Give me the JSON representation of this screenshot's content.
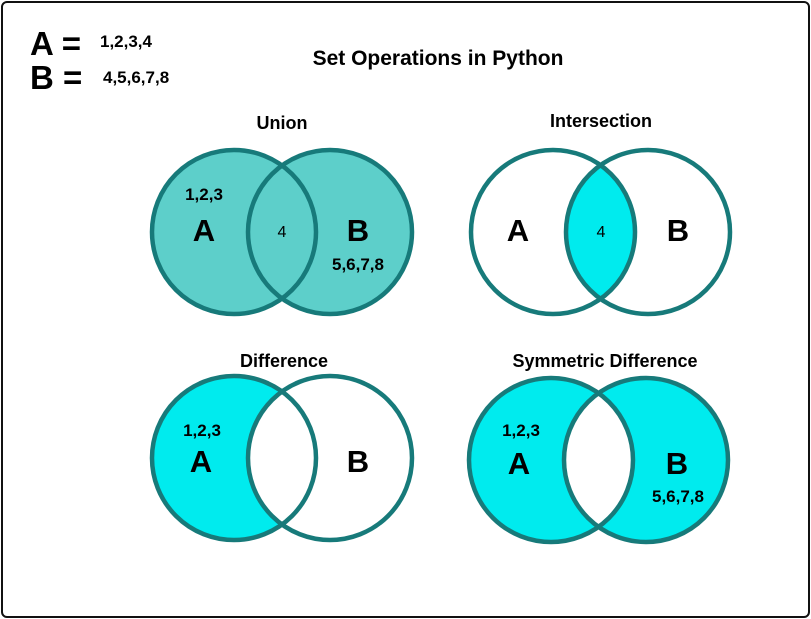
{
  "defs": {
    "a_letter": "A =",
    "a_values": "1,2,3,4",
    "b_letter": "B =",
    "b_values": "4,5,6,7,8"
  },
  "title": "Set Operations in Python",
  "colors": {
    "outline": "#177a7a",
    "union_fill": "#5dcfca",
    "highlight_fill": "#00ebee",
    "empty_fill": "#ffffff",
    "frame": "#111111"
  },
  "diagrams": {
    "union": {
      "title": "Union",
      "a_label": "A",
      "b_label": "B",
      "a_only": "1,2,3",
      "both": "4",
      "b_only": "5,6,7,8"
    },
    "intersection": {
      "title": "Intersection",
      "a_label": "A",
      "b_label": "B",
      "both": "4"
    },
    "difference": {
      "title": "Difference",
      "a_label": "A",
      "b_label": "B",
      "a_only": "1,2,3"
    },
    "symmetric": {
      "title": "Symmetric Difference",
      "a_label": "A",
      "b_label": "B",
      "a_only": "1,2,3",
      "b_only": "5,6,7,8"
    }
  }
}
